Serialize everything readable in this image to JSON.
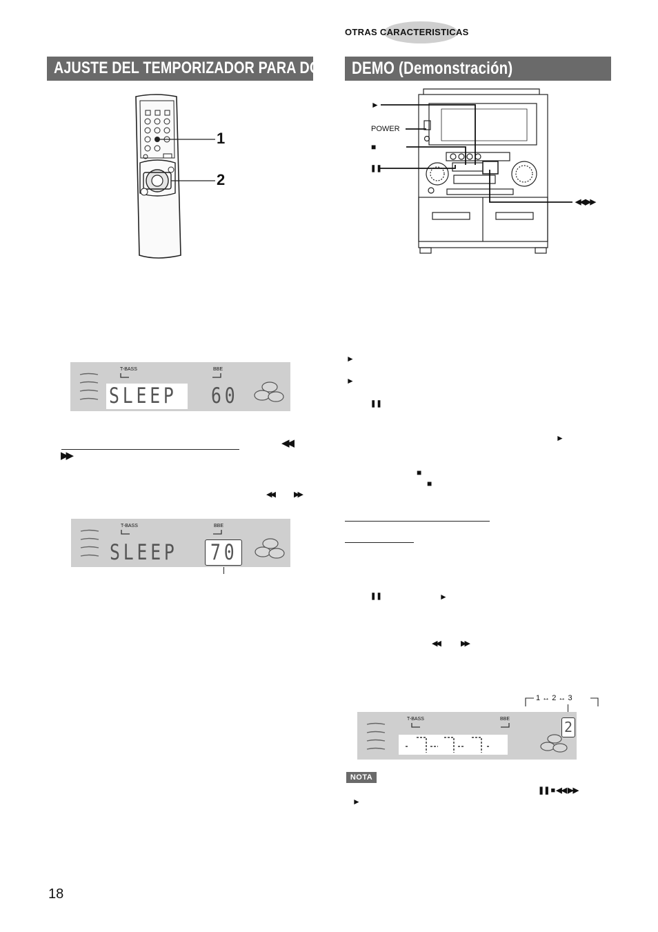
{
  "header": {
    "section_tag": "OTRAS CARACTERISTICAS"
  },
  "left": {
    "title": "AJUSTE DEL TEMPORIZADOR PARA DORMIR",
    "remote_callouts": [
      "1",
      "2"
    ],
    "lcd1": {
      "label_tbass": "T-BASS",
      "label_bbe": "BBE",
      "text": "SLEEP",
      "value": "60"
    },
    "lcd2": {
      "label_tbass": "T-BASS",
      "label_bbe": "BBE",
      "text": "SLEEP",
      "value": "70"
    },
    "symbols": {
      "rew": "◀◀",
      "ff": "▶▶"
    }
  },
  "right": {
    "title": "DEMO (Demonstración)",
    "unit_labels": {
      "power": "POWER",
      "rew_ff": "◀◀, ▶▶"
    },
    "symbols": {
      "play": "►",
      "stop": "■",
      "pause": "❚❚",
      "rew": "◀◀",
      "ff": "▶▶"
    },
    "cycle_indicator": "1 ↔ 2 ↔ 3",
    "lcd3": {
      "label_tbass": "T-BASS",
      "label_bbe": "BBE",
      "value": "2"
    },
    "nota_label": "NOTA",
    "nota_symbols": "❚❚ ■ ◀◀ ▶▶"
  },
  "footer": {
    "page_number": "18"
  }
}
